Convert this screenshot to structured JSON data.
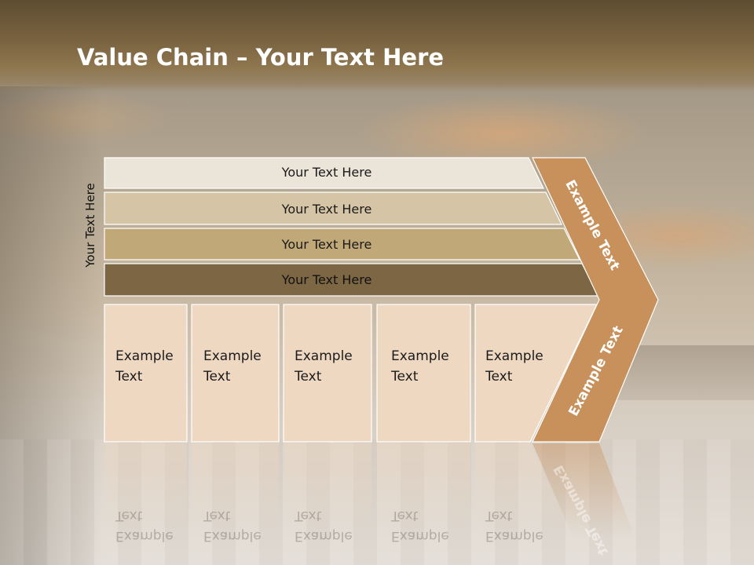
{
  "slide": {
    "title_bold": "Value Chain",
    "title_rest": " – Your Text Here",
    "vertical_label": "Your Text Here"
  },
  "bars": [
    {
      "label": "Your Text Here",
      "color": "#ebe4d8"
    },
    {
      "label": "Your Text Here",
      "color": "#d5c5a6"
    },
    {
      "label": "Your Text Here",
      "color": "#c0a878"
    },
    {
      "label": "Your Text Here",
      "color": "#7c6643"
    }
  ],
  "boxes": [
    {
      "line1": "Example",
      "line2": "Text"
    },
    {
      "line1": "Example",
      "line2": "Text"
    },
    {
      "line1": "Example",
      "line2": "Text"
    },
    {
      "line1": "Example",
      "line2": "Text"
    },
    {
      "line1": "Example",
      "line2": "Text"
    }
  ],
  "chevron": {
    "upper_text": "Example Text",
    "lower_text": "Example Text",
    "color": "#c8915c"
  },
  "colors": {
    "box_fill": "#eed8c2",
    "header": "#7a6340"
  }
}
